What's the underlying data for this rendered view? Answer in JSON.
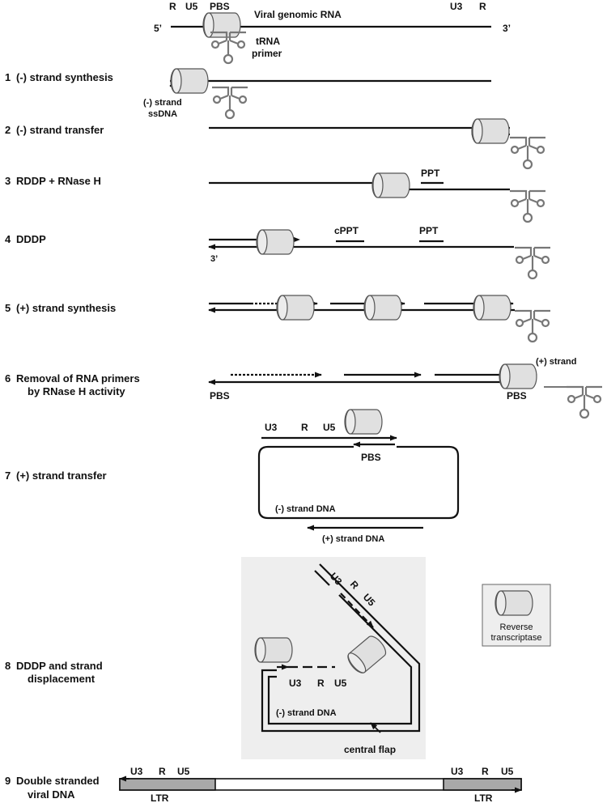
{
  "top": {
    "r_left": "R",
    "u5": "U5",
    "pbs": "PBS",
    "title": "Viral genomic RNA",
    "u3": "U3",
    "r_right": "R",
    "five_prime": "5’",
    "three_prime": "3’",
    "trna_1": "tRNA",
    "trna_2": "primer"
  },
  "steps": [
    {
      "num": "1",
      "label": "(-) strand synthesis"
    },
    {
      "num": "2",
      "label": "(-) strand transfer"
    },
    {
      "num": "3",
      "label": "RDDP + RNase H"
    },
    {
      "num": "4",
      "label": "DDDP"
    },
    {
      "num": "5",
      "label": "(+) strand synthesis"
    },
    {
      "num": "6",
      "label": "Removal of RNA primers",
      "label2": "by RNase H activity"
    },
    {
      "num": "7",
      "label": "(+) strand transfer"
    },
    {
      "num": "8",
      "label": "DDDP and strand",
      "label2": "displacement"
    },
    {
      "num": "9",
      "label": "Double stranded",
      "label2": "viral DNA"
    }
  ],
  "step1": {
    "ss_1": "(-) strand",
    "ss_2": "ssDNA"
  },
  "step3": {
    "ppt": "PPT"
  },
  "step4": {
    "cppt": "cPPT",
    "ppt": "PPT",
    "three_prime": "3’"
  },
  "step6": {
    "plus_strand": "(+) strand",
    "pbs_left": "PBS",
    "pbs_right": "PBS"
  },
  "step7": {
    "u3": "U3",
    "r": "R",
    "u5": "U5",
    "pbs": "PBS",
    "minus_dna": "(-) strand DNA",
    "plus_dna": "(+) strand DNA"
  },
  "step8": {
    "u3_diag": "U3",
    "r_diag": "R",
    "u5_diag": "U5",
    "u3": "U3",
    "r": "R",
    "u5": "U5",
    "minus_dna": "(-) strand DNA",
    "central_flap": "central flap"
  },
  "legend": {
    "line1": "Reverse",
    "line2": "transcriptase"
  },
  "step9": {
    "u3_l": "U3",
    "r_l": "R",
    "u5_l": "U5",
    "ltr_l": "LTR",
    "u3_r": "U3",
    "r_r": "R",
    "u5_r": "U5",
    "ltr_r": "LTR"
  },
  "colors": {
    "line": "#111111",
    "rt_fill": "#e0e0e0",
    "rt_stroke": "#555555",
    "trna": "#777777",
    "panel": "#eeeeee",
    "ltr_fill": "#a9a9a9"
  }
}
